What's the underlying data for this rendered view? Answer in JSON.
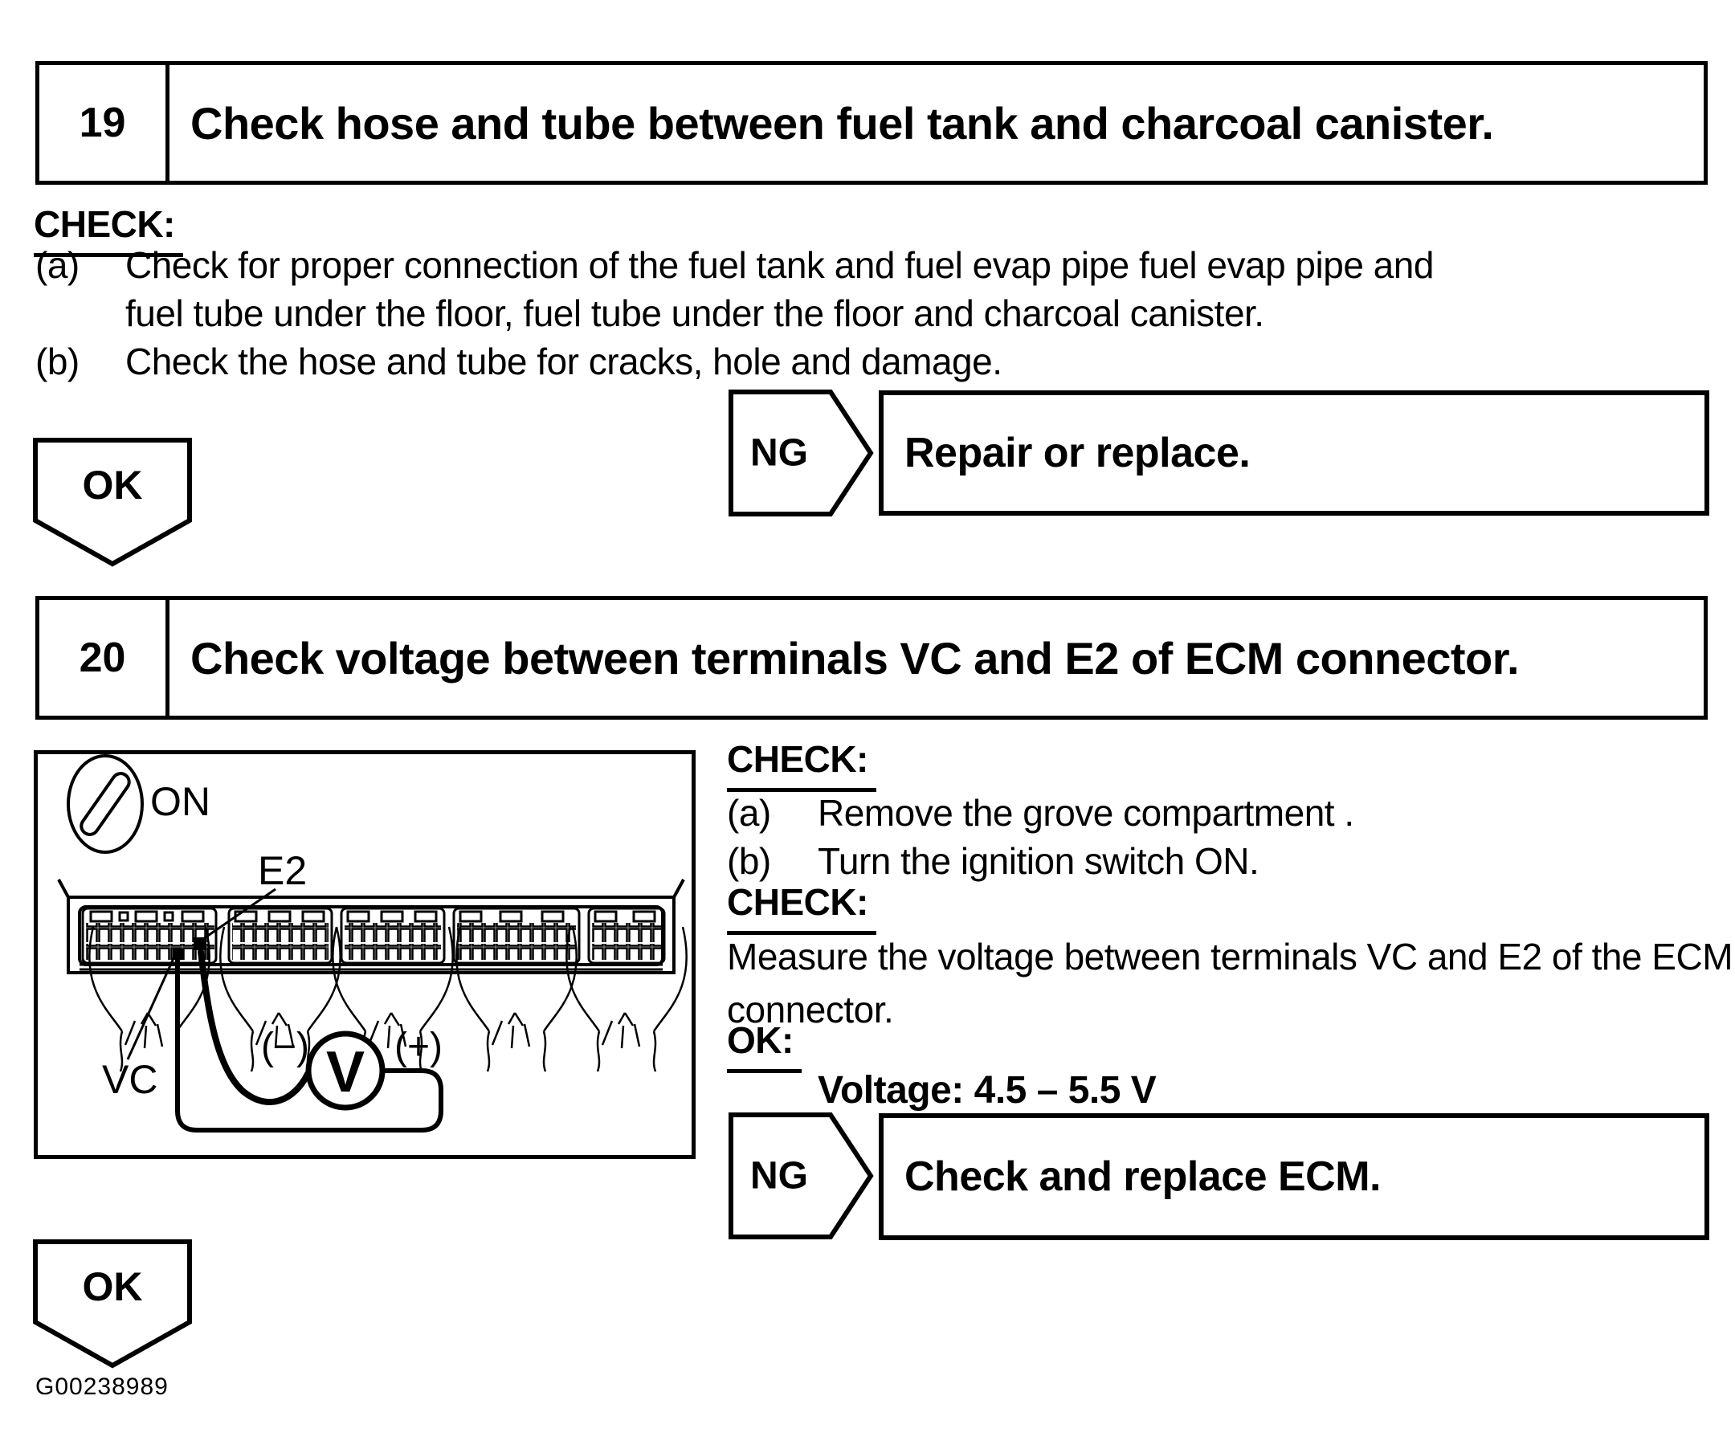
{
  "page": {
    "figure_code": "G00238989",
    "ink": "#000000",
    "paper": "#ffffff"
  },
  "step19": {
    "number": "19",
    "title": "Check hose and tube between fuel tank and charcoal canister.",
    "check_heading": "CHECK:",
    "items": [
      {
        "label": "(a)",
        "lines": [
          "Check for proper connection of the fuel tank and fuel evap pipe fuel evap pipe and",
          "fuel tube under the floor, fuel tube under the floor and charcoal canister."
        ]
      },
      {
        "label": "(b)",
        "lines": [
          "Check the hose and tube for cracks, hole and damage."
        ]
      }
    ],
    "ng": {
      "label": "NG",
      "action": "Repair or replace."
    },
    "ok_label": "OK"
  },
  "step20": {
    "number": "20",
    "title": "Check voltage between terminals VC and E2 of ECM connector.",
    "check1_heading": "CHECK:",
    "items": [
      {
        "label": "(a)",
        "text": "Remove the grove compartment ."
      },
      {
        "label": "(b)",
        "text": "Turn the ignition switch ON."
      }
    ],
    "check2_heading": "CHECK:",
    "measure_lines": [
      "Measure the voltage between terminals VC and E2 of the ECM",
      "connector."
    ],
    "ok_heading": "OK:",
    "spec": "Voltage: 4.5 – 5.5 V",
    "ng": {
      "label": "NG",
      "action": "Check and replace ECM."
    },
    "ok_label": "OK",
    "figure": {
      "ignition_state": "ON",
      "terminal_top": "E2",
      "terminal_bottom": "VC",
      "meter_symbol": "V",
      "negative": "(−)",
      "positive": "(+)"
    }
  }
}
